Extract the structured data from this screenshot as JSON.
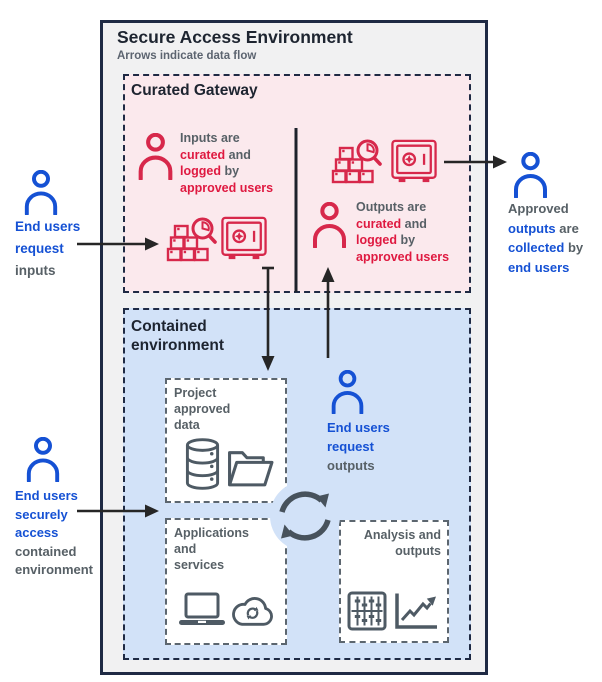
{
  "header": {
    "title": "Secure Access Environment",
    "subtitle": "Arrows indicate data flow"
  },
  "gateway": {
    "title": "Curated Gateway",
    "inputs_note": {
      "l1": "Inputs are",
      "l2_red": "curated",
      "l2_gray": "and",
      "l3_red": "logged",
      "l3_gray": "by",
      "l4": "approved users"
    },
    "outputs_note": {
      "l1": "Outputs are",
      "l2_red": "curated",
      "l2_gray": "and",
      "l3_red": "logged",
      "l3_gray": "by",
      "l4": "approved users"
    }
  },
  "contained": {
    "title_line1": "Contained",
    "title_line2": "environment",
    "project_box": {
      "line1": "Project",
      "line2": "approved",
      "line3": "data"
    },
    "applications_box": {
      "line1": "Applications",
      "line2": "and",
      "line3": "services"
    },
    "analysis_box": {
      "line1": "Analysis and",
      "line2": "outputs"
    },
    "request_outputs": {
      "line1_blue": "End users",
      "line2_blue": "request",
      "line3_gray": "outputs"
    }
  },
  "actors": {
    "request_inputs": {
      "line1_blue": "End users",
      "line2_blue": "request",
      "line3_gray": "inputs"
    },
    "secure_access": {
      "line1_blue": "End users",
      "line2_blue": "securely",
      "line3_blue": "access",
      "line4_gray": "contained",
      "line5_gray": "environment"
    },
    "collect_outputs": {
      "line1_gray": "Approved",
      "line2_blue": "outputs",
      "line2_gray": "are",
      "line3_blue": "collected",
      "line3_gray": "by",
      "line4_blue": "end users"
    }
  },
  "icons": [
    "person-icon",
    "curation-boxes-magnifier-icon",
    "safe-icon",
    "database-icon",
    "folder-icon",
    "laptop-icon",
    "cloud-sync-icon",
    "abacus-icon",
    "growth-chart-icon",
    "cycle-arrows-icon"
  ],
  "colors": {
    "navy_border": "#1f2a44",
    "outer_bg": "#f1f1f2",
    "pink_bg": "#fbe9ed",
    "blue_bg": "#d2e2f8",
    "red_icon": "#d7284b",
    "red_text": "#df1940",
    "blue": "#1551d4",
    "gray_text": "#576066",
    "dark_text": "#1d2430",
    "slate_icon": "#4e5a64",
    "arrow": "#262626",
    "inner_box_border": "#5c666f"
  }
}
